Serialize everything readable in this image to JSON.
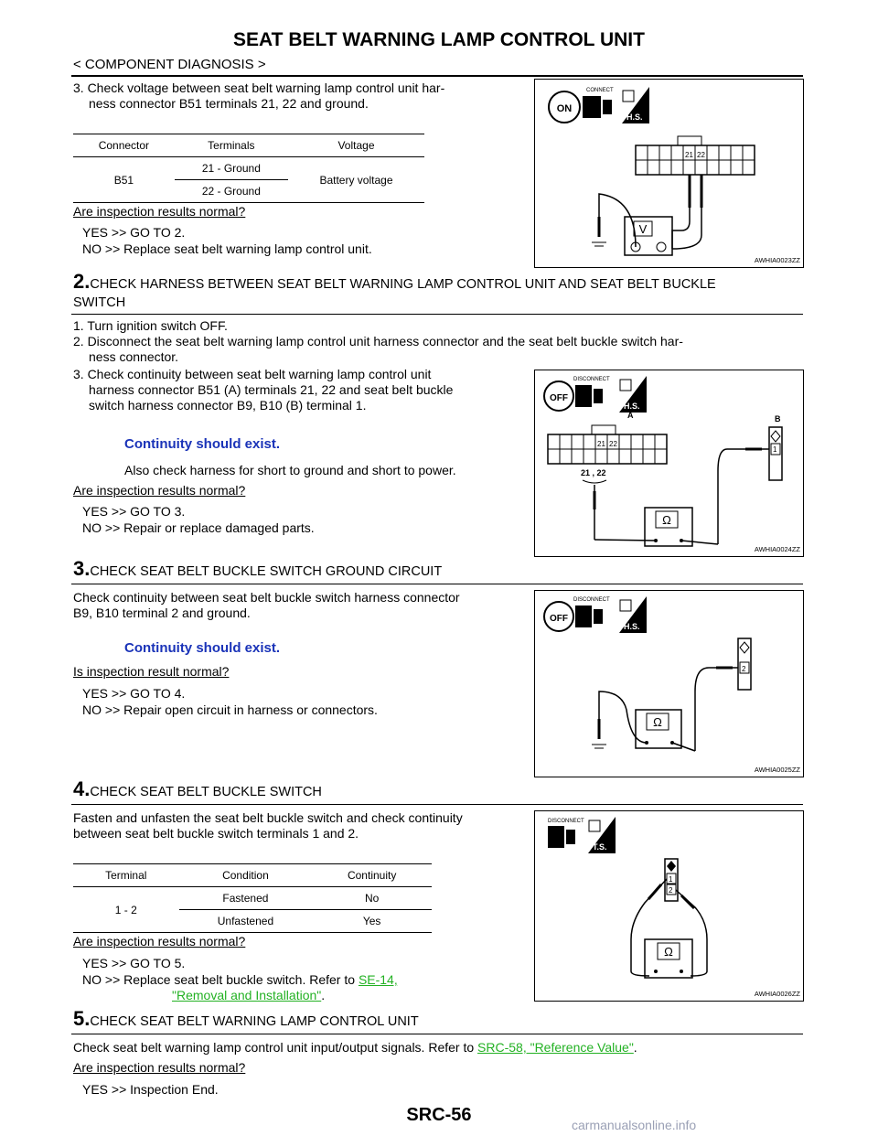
{
  "header": {
    "title": "SEAT BELT WARNING LAMP CONTROL UNIT",
    "section": "< COMPONENT DIAGNOSIS >"
  },
  "step1": {
    "item3": "3. Check voltage between seat belt warning lamp control unit har-",
    "item3b": "ness connector B51 terminals 21, 22 and ground.",
    "table": {
      "headers": [
        "Connector",
        "Terminals",
        "Voltage"
      ],
      "connector": "B51",
      "rows": [
        "21 - Ground",
        "22 - Ground"
      ],
      "voltage": "Battery voltage"
    },
    "question": "Are inspection results normal?",
    "yes": "YES    >> GO TO 2.",
    "no": "NO     >> Replace seat belt warning lamp control unit.",
    "fig": {
      "code": "AWHIA0023ZZ",
      "badge": "H.S.",
      "label": "CONNECT",
      "switch": "ON",
      "pins": [
        "21",
        "22"
      ],
      "meter": "V"
    }
  },
  "step2": {
    "num": "2.",
    "heading": "CHECK HARNESS BETWEEN SEAT BELT WARNING LAMP CONTROL UNIT AND SEAT BELT BUCKLE",
    "heading2": "SWITCH",
    "item1": "1. Turn ignition switch OFF.",
    "item2": "2. Disconnect the seat belt warning lamp control unit harness connector and the seat belt buckle switch har-",
    "item2b": "ness connector.",
    "item3": "3. Check continuity between seat belt warning lamp control unit",
    "item3b": "harness connector B51 (A) terminals 21, 22 and seat belt buckle",
    "item3c": "switch harness connector B9, B10 (B) terminal 1.",
    "cont": "Continuity should exist.",
    "also": "Also check harness for short to ground and short to power.",
    "question": "Are inspection results normal?",
    "yes": "YES    >> GO TO 3.",
    "no": "NO     >> Repair or replace damaged parts.",
    "fig": {
      "code": "AWHIA0024ZZ",
      "badge": "H.S.",
      "label": "DISCONNECT",
      "switch": "OFF",
      "a": "A",
      "b": "B",
      "pins": [
        "21",
        "22"
      ],
      "pinlabel": "21 , 22",
      "bpin": "1",
      "meter": "Ω"
    }
  },
  "step3": {
    "num": "3.",
    "heading": "CHECK SEAT BELT BUCKLE SWITCH GROUND CIRCUIT",
    "text1": "Check continuity between seat belt buckle switch harness connector",
    "text2": "B9, B10 terminal 2 and ground.",
    "cont": "Continuity should exist.",
    "question": "Is inspection result normal?",
    "yes": "YES    >> GO TO 4.",
    "no": "NO     >> Repair open circuit in harness or connectors.",
    "fig": {
      "code": "AWHIA0025ZZ",
      "badge": "H.S.",
      "label": "DISCONNECT",
      "switch": "OFF",
      "pin": "2",
      "meter": "Ω"
    }
  },
  "step4": {
    "num": "4.",
    "heading": "CHECK SEAT BELT BUCKLE SWITCH",
    "text1": "Fasten and unfasten the seat belt buckle switch and check continuity",
    "text2": "between seat belt buckle switch terminals 1 and 2.",
    "table": {
      "headers": [
        "Terminal",
        "Condition",
        "Continuity"
      ],
      "terminal": "1 - 2",
      "rows": [
        [
          "Fastened",
          "No"
        ],
        [
          "Unfastened",
          "Yes"
        ]
      ]
    },
    "question": "Are inspection results normal?",
    "yes": "YES    >> GO TO 5.",
    "no_pre": "NO     >> Replace seat belt buckle switch. Refer to ",
    "no_link1": "SE-14,",
    "no_link2": "\"Removal and Installation\"",
    "no_post": ".",
    "fig": {
      "code": "AWHIA0026ZZ",
      "badge": "T.S.",
      "label": "DISCONNECT",
      "pins": [
        "1",
        "2"
      ],
      "meter": "Ω"
    }
  },
  "step5": {
    "num": "5.",
    "heading": "CHECK SEAT BELT WARNING LAMP CONTROL UNIT",
    "text_pre": "Check seat belt warning lamp control unit input/output signals. Refer to ",
    "link": "SRC-58, \"Reference Value\"",
    "text_post": ".",
    "question": "Are inspection results normal?",
    "yes": "YES    >> Inspection End."
  },
  "footer": {
    "page": "SRC-56",
    "watermark": "carmanualsonline.info"
  }
}
